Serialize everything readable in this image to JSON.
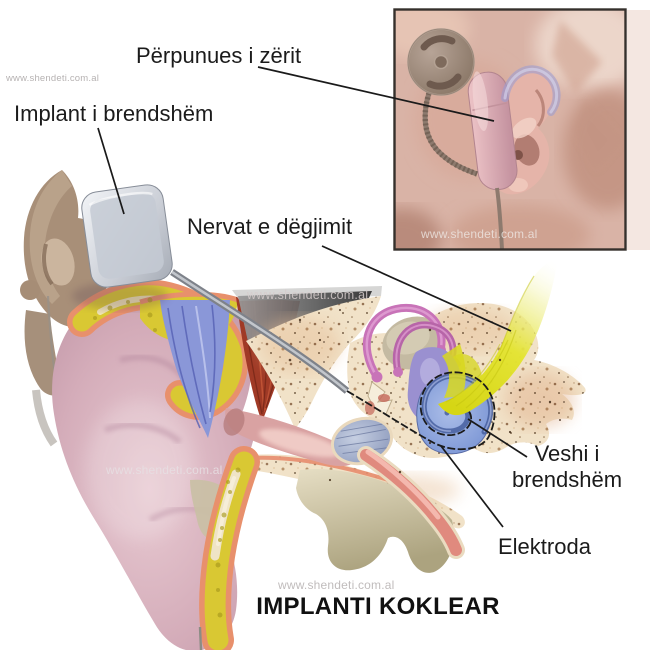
{
  "title": "IMPLANTI KOKLEAR",
  "watermark_text": "www.shendeti.com.al",
  "labels": {
    "sound_processor": "Përpunues i zërit",
    "internal_implant": "Implant i brendshëm",
    "hearing_nerves": "Nervat e dëgjimit",
    "inner_ear": "Veshi i brendshëm",
    "electrode": "Elektroda"
  },
  "colors": {
    "label_text": "#1b1b1b",
    "leader_line": "#1a1a1a",
    "watermark_gray": "#b8b4b4",
    "nerve_yellow": "#e0e02a",
    "cochlea_blue": "#7e9ad6",
    "semicircular_magenta": "#c873b8",
    "bone_cream": "#f1e2c8",
    "fat_yellow": "#d9c833",
    "skin_salmon": "#e8906c",
    "pinna_pink": "#d4acb9",
    "implant_silver": "#c9cdd5",
    "processor_pink": "#dcaab0",
    "coil_brown": "#9a8578"
  }
}
